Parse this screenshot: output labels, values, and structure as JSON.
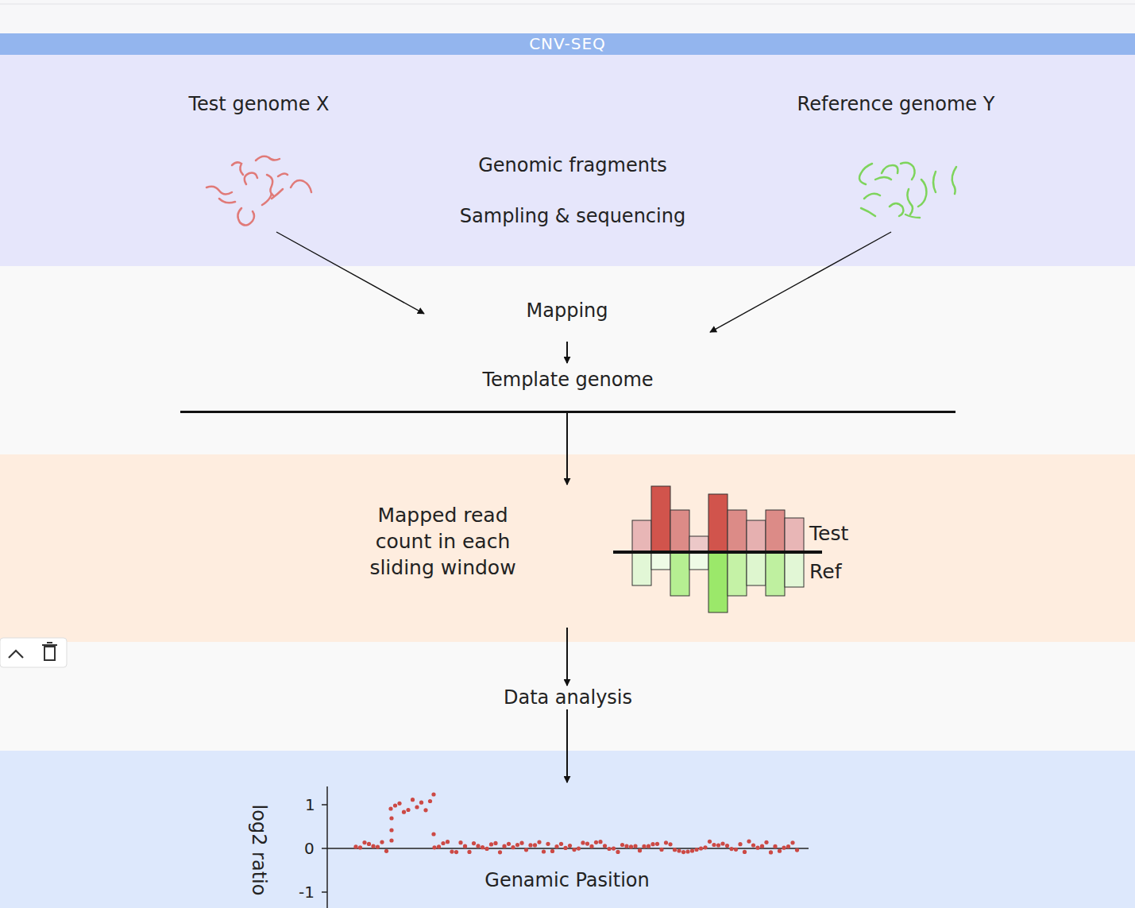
{
  "diagram": {
    "title": "CNV-SEQ",
    "nodes": [
      {
        "text": [
          "Test genome X"
        ]
      },
      {
        "text": [
          "Genomic fragments",
          "Sampling & sequencing"
        ]
      },
      {
        "text": [
          "Reference genome Y"
        ]
      },
      {
        "text": [
          "Mapping"
        ]
      },
      {
        "text": [
          "Template genome"
        ]
      },
      {
        "text": [
          "Mapped read count in each sliding window"
        ]
      },
      {
        "text": [
          "Data analysis"
        ]
      },
      {
        "text": [
          "log2 ratio",
          "Genamic Pasition"
        ]
      }
    ],
    "edges": [
      {
        "from": 0,
        "to": 3,
        "arrow": "to"
      },
      {
        "from": 2,
        "to": 3,
        "arrow": "to"
      },
      {
        "from": 3,
        "to": 4,
        "arrow": "to"
      },
      {
        "from": 4,
        "to": 5,
        "arrow": "to"
      },
      {
        "from": 5,
        "to": 6,
        "arrow": "to"
      },
      {
        "from": 6,
        "to": 7,
        "arrow": "to"
      }
    ],
    "labels": [
      "Test",
      "Ref",
      "1",
      "0",
      "-1"
    ]
  }
}
